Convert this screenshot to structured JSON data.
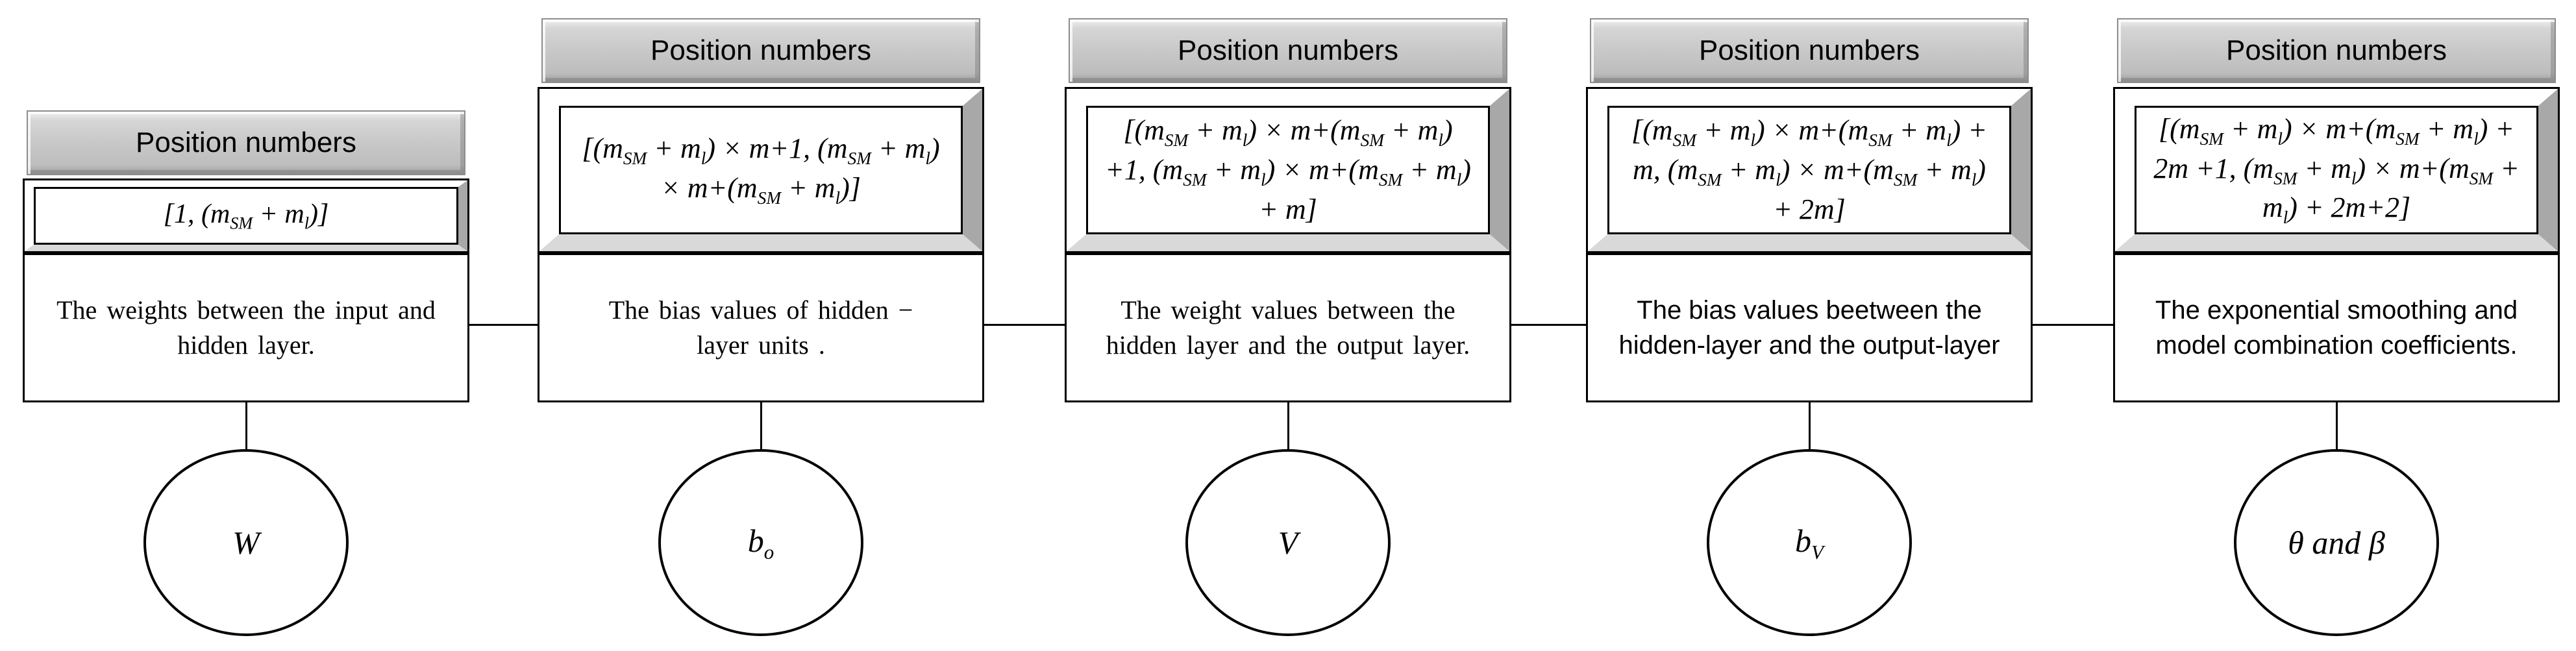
{
  "colors": {
    "header_face": "#c8c8c8",
    "header_top": "#f0f0f0",
    "header_bottom": "#9e9e9e",
    "bevel_light": "#ffffff",
    "bevel_shadow": "#a8a8a8",
    "bevel_bottom": "#d9d9d9",
    "line_color": "#000000",
    "box_bg": "#ffffff"
  },
  "columns": [
    {
      "header": "Position numbers",
      "position_range": "[1, (m_{SM} + m_{l})]",
      "description": "The weights between the input and hidden layer.",
      "variable": "W"
    },
    {
      "header": "Position numbers",
      "position_range": "[(m_{SM} + m_{l}) × m+1, (m_{SM} + m_{l}) × m+(m_{SM} + m_{l})]",
      "description": "The bias values of hidden − layer units .",
      "variable": "b_{o}"
    },
    {
      "header": "Position numbers",
      "position_range": "[(m_{SM} + m_{l}) × m+(m_{SM} + m_{l}) +1, (m_{SM} + m_{l}) × m+(m_{SM} + m_{l}) + m]",
      "description": "The weight values between the hidden layer and the output layer.",
      "variable": "V"
    },
    {
      "header": "Position numbers",
      "position_range": "[(m_{SM} + m_{l}) × m+(m_{SM} + m_{l}) + m, (m_{SM} + m_{l}) × m+(m_{SM} + m_{l}) + 2m]",
      "description": "The bias values beetween the hidden-layer and the output-layer",
      "variable": "b_{V}"
    },
    {
      "header": "Position numbers",
      "position_range": "[(m_{SM} + m_{l}) × m+(m_{SM} + m_{l}) + 2m +1, (m_{SM} + m_{l}) × m+(m_{SM} + m_{l}) + 2m+2]",
      "description": "The exponential smoothing and model combination coefficients.",
      "variable": "θ and β"
    }
  ]
}
